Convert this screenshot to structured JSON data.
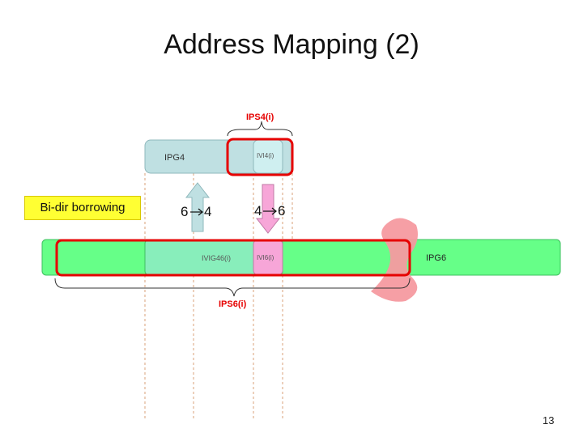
{
  "slide": {
    "title": "Address Mapping (2)",
    "page_number": "13"
  },
  "diagram": {
    "ips4": "IPS4(i)",
    "ipg4": "IPG4",
    "ivi4": "IVI4(i)",
    "bidir": "Bi-dir borrowing",
    "arrow_left": {
      "from": "6",
      "to": "4"
    },
    "arrow_right": {
      "from": "4",
      "to": "6"
    },
    "ivig46": "IVIG46(i)",
    "ivi6": "IVI6(i)",
    "ipg6": "IPG6",
    "ips6": "IPS6(i)"
  },
  "colors": {
    "ipg4_fill": "#bfe0e2",
    "ipg6_fill": "#66ff88",
    "ivig46_fill": "#88eebb",
    "ivi6_fill": "#f7a6d8",
    "highlight": "#e60000",
    "wave": "#f59aa0",
    "borrow": "#ffff33"
  }
}
